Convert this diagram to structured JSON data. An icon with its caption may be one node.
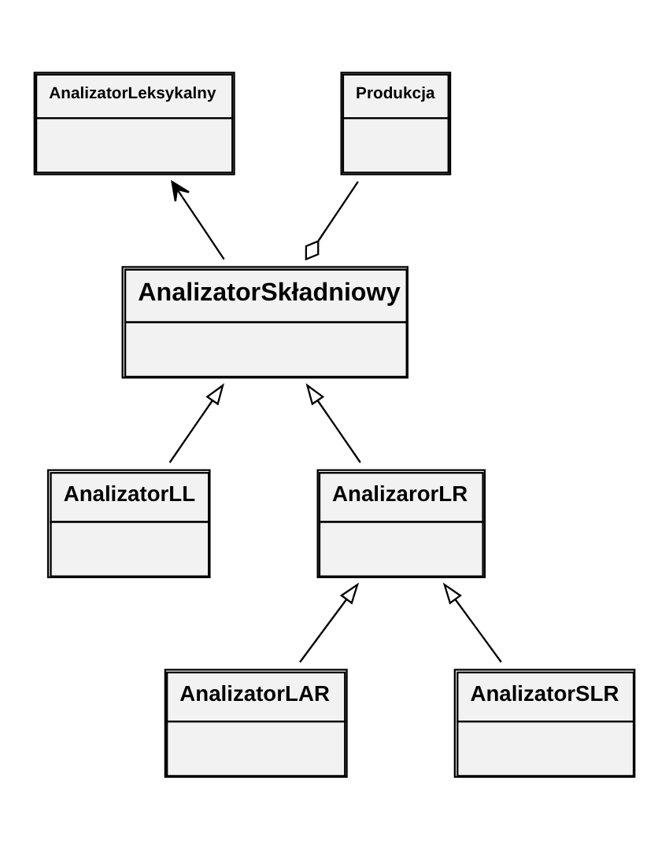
{
  "diagram": {
    "nodes": [
      {
        "text": [
          "AnalizatorLeksykalny"
        ]
      },
      {
        "text": [
          "Produkcja"
        ]
      },
      {
        "text": [
          "AnalizatorSkładniowy"
        ]
      },
      {
        "text": [
          "AnalizatorLL"
        ]
      },
      {
        "text": [
          "AnalizarorLR"
        ]
      },
      {
        "text": [
          "AnalizatorLAR"
        ]
      },
      {
        "text": [
          "AnalizatorSLR"
        ]
      }
    ],
    "edges": [
      {
        "from": 2,
        "to": 0,
        "arrow": "to"
      },
      {
        "from": 2,
        "to": 1,
        "arrow": "other"
      },
      {
        "from": 3,
        "to": 2,
        "arrow": "to"
      },
      {
        "from": 4,
        "to": 2,
        "arrow": "to"
      },
      {
        "from": 5,
        "to": 4,
        "arrow": "to"
      },
      {
        "from": 6,
        "to": 4,
        "arrow": "to"
      }
    ]
  }
}
